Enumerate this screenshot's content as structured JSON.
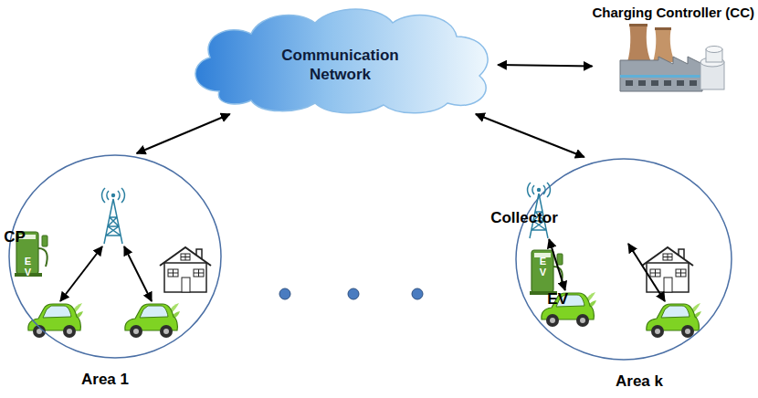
{
  "diagram": {
    "nodes": [
      {
        "text": [
          "Communication Network"
        ]
      },
      {
        "text": [
          "Charging Controller (CC)"
        ]
      },
      {
        "text": [
          "Area 1"
        ]
      },
      {
        "text": [
          "CP"
        ],
        "in": 2
      },
      {
        "text": [
          "Area k"
        ]
      },
      {
        "text": [
          "Collector"
        ],
        "in": 4
      },
      {
        "text": [
          "EV"
        ],
        "in": 4
      }
    ],
    "edges": [
      {
        "from": 0,
        "to": 1,
        "arrow": "both"
      },
      {
        "from": 0,
        "to": 2,
        "arrow": "both"
      },
      {
        "from": 0,
        "to": 4,
        "arrow": "both"
      },
      {
        "from": 5,
        "to": 6,
        "arrow": "both"
      }
    ],
    "labels": [
      "EV",
      "EV"
    ]
  }
}
